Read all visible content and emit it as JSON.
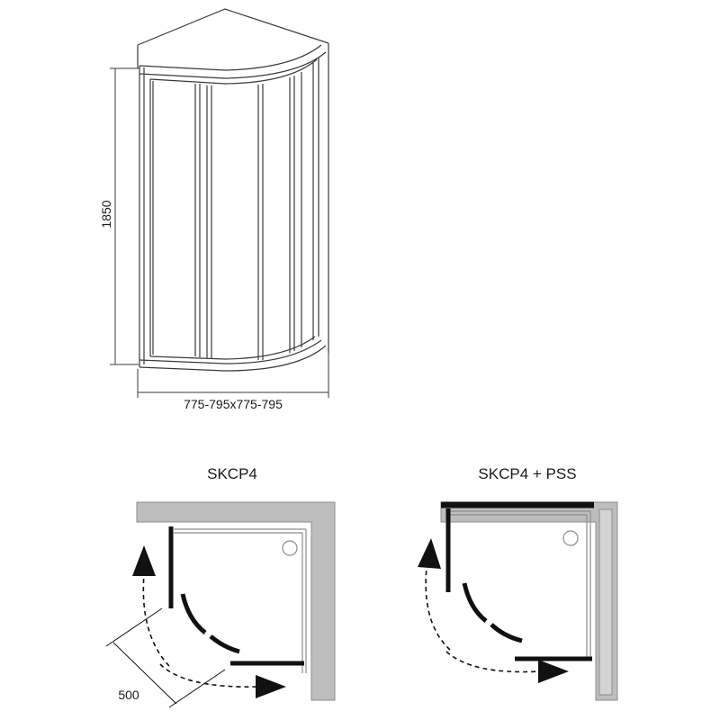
{
  "dimensions": {
    "height": "1850",
    "width": "775-795x775-795",
    "door_opening": "500"
  },
  "views": [
    {
      "label": "SKCP4"
    },
    {
      "label": "SKCP4 + PSS"
    }
  ],
  "colors": {
    "wall_fill": "#bdbdbd",
    "wall_stroke": "#8c8c8c",
    "line": "#1a1a1a",
    "frame_stroke": "#3a3a3a"
  }
}
